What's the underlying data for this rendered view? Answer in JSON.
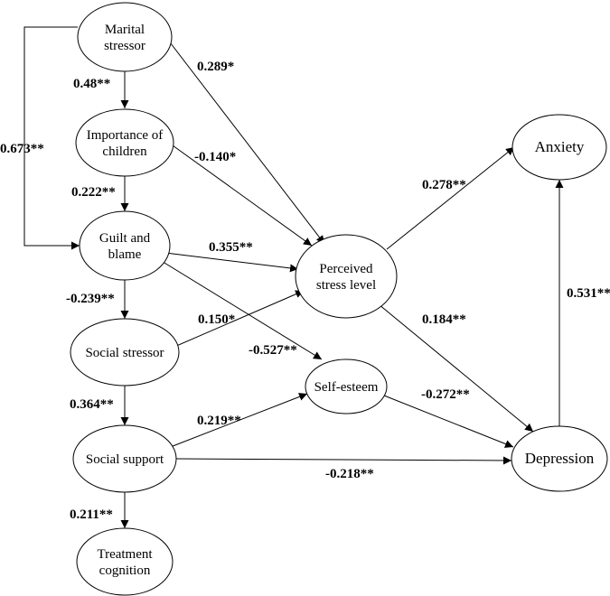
{
  "nodes": {
    "marital": [
      "Marital",
      "stressor"
    ],
    "importance": [
      "Importance of",
      "children"
    ],
    "guilt": [
      "Guilt and",
      "blame"
    ],
    "social_stressor": [
      "Social stressor"
    ],
    "social_support": [
      "Social support"
    ],
    "treatment": [
      "Treatment",
      "cognition"
    ],
    "perceived": [
      "Perceived",
      "stress level"
    ],
    "self_esteem": [
      "Self-esteem"
    ],
    "anxiety": [
      "Anxiety"
    ],
    "depression": [
      "Depression"
    ]
  },
  "paths": [
    {
      "from": "marital",
      "to": "importance",
      "coef": "0.48**"
    },
    {
      "from": "marital",
      "to": "guilt",
      "coef": "0.673**"
    },
    {
      "from": "marital",
      "to": "perceived",
      "coef": "0.289*"
    },
    {
      "from": "importance",
      "to": "guilt",
      "coef": "0.222**"
    },
    {
      "from": "importance",
      "to": "perceived",
      "coef": "-0.140*"
    },
    {
      "from": "guilt",
      "to": "perceived",
      "coef": "0.355**"
    },
    {
      "from": "guilt",
      "to": "social_stressor",
      "coef": "-0.239**"
    },
    {
      "from": "guilt",
      "to": "self_esteem",
      "coef": "-0.527**"
    },
    {
      "from": "social_stressor",
      "to": "perceived",
      "coef": "0.150*"
    },
    {
      "from": "social_stressor",
      "to": "social_support",
      "coef": "0.364**"
    },
    {
      "from": "social_support",
      "to": "self_esteem",
      "coef": "0.219**"
    },
    {
      "from": "social_support",
      "to": "depression",
      "coef": "-0.218**"
    },
    {
      "from": "social_support",
      "to": "treatment",
      "coef": "0.211**"
    },
    {
      "from": "perceived",
      "to": "anxiety",
      "coef": "0.278**"
    },
    {
      "from": "perceived",
      "to": "depression",
      "coef": "0.184**"
    },
    {
      "from": "self_esteem",
      "to": "depression",
      "coef": "-0.272**"
    },
    {
      "from": "depression",
      "to": "anxiety",
      "coef": "0.531**"
    }
  ]
}
